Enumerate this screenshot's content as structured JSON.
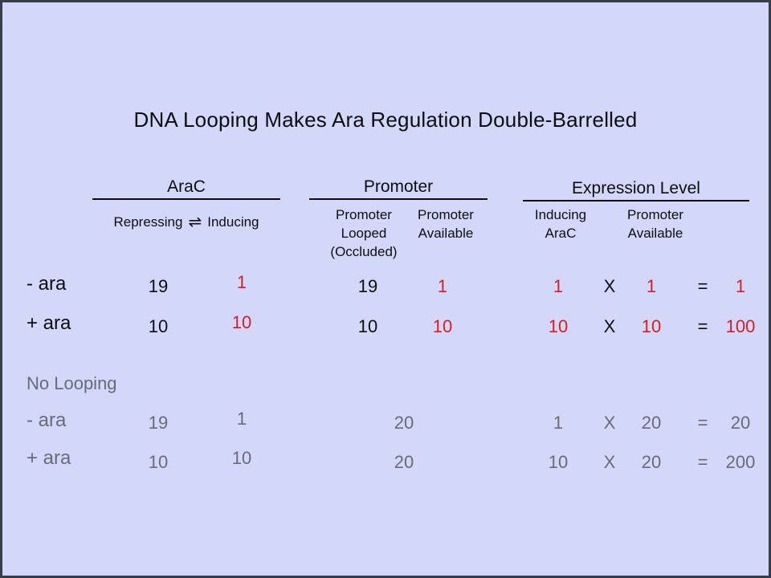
{
  "colors": {
    "background": "#d3d7f9",
    "border": "#3a3e48",
    "text": "#0d0d0d",
    "red": "#d81e1e",
    "gray": "#696c76"
  },
  "slide": {
    "title": "DNA Looping Makes Ara Regulation Double-Barrelled"
  },
  "columns": {
    "arac": {
      "label": "AraC",
      "repressing": "Repressing",
      "equilibrium_symbol": "⇌",
      "inducing": "Inducing"
    },
    "promoter": {
      "label": "Promoter",
      "looped": "Promoter Looped (Occluded)",
      "available": "Promoter Available"
    },
    "expression": {
      "label": "Expression Level",
      "inducing_arac": "Inducing AraC",
      "available": "Promoter Available"
    }
  },
  "looping": {
    "rows": [
      {
        "label": "- ara",
        "repressing": "19",
        "inducing": "1",
        "promoter_looped": "19",
        "promoter_available": "1",
        "expr_inducing": "1",
        "times": "X",
        "expr_available": "1",
        "equals": "=",
        "result": "1"
      },
      {
        "label": "+ ara",
        "repressing": "10",
        "inducing": "10",
        "promoter_looped": "10",
        "promoter_available": "10",
        "expr_inducing": "10",
        "times": "X",
        "expr_available": "10",
        "equals": "=",
        "result": "100"
      }
    ]
  },
  "no_looping": {
    "label": "No Looping",
    "rows": [
      {
        "label": "- ara",
        "repressing": "19",
        "inducing": "1",
        "promoter": "20",
        "expr_inducing": "1",
        "times": "X",
        "expr_available": "20",
        "equals": "=",
        "result": "20"
      },
      {
        "label": "+ ara",
        "repressing": "10",
        "inducing": "10",
        "promoter": "20",
        "expr_inducing": "10",
        "times": "X",
        "expr_available": "20",
        "equals": "=",
        "result": "200"
      }
    ]
  }
}
